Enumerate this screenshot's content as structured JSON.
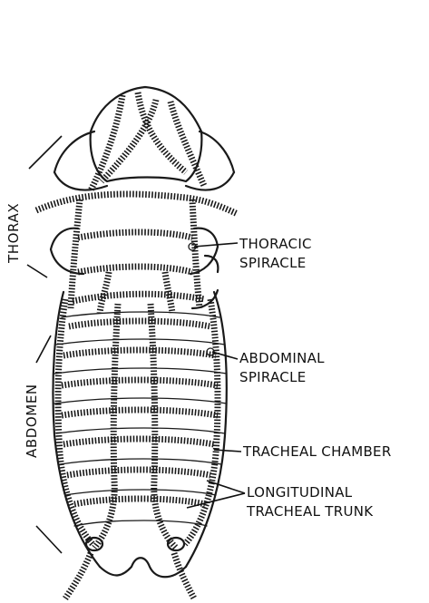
{
  "labels": {
    "thorax": "THORAX",
    "abdomen": "ABDOMEN",
    "thoracic_spiracle_line1": "THORACIC",
    "thoracic_spiracle_line2": "SPIRACLE",
    "abdominal_spiracle_line1": "ABDOMINAL",
    "abdominal_spiracle_line2": "SPIRACLE",
    "tracheal_chamber": "TRACHEAL CHAMBER",
    "longitudinal_trunk_line1": "LONGITUDINAL",
    "longitudinal_trunk_line2": "TRACHEAL TRUNK"
  }
}
